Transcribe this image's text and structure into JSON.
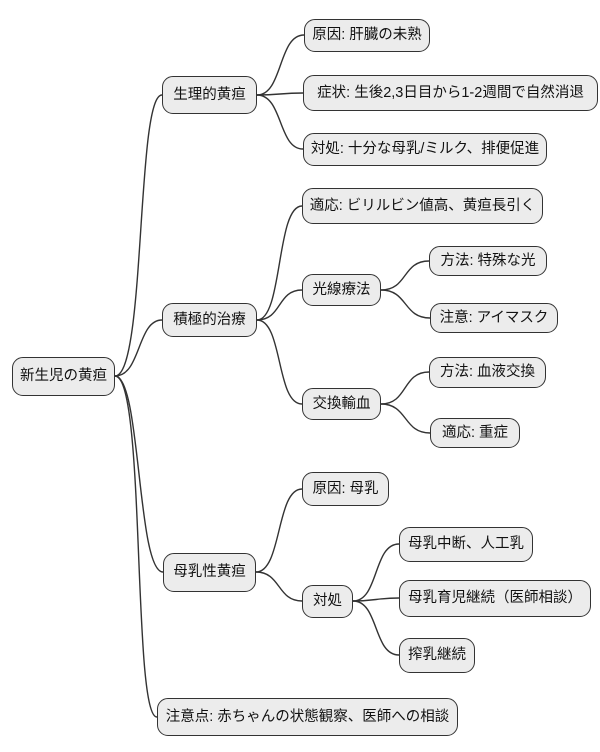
{
  "diagram": {
    "type": "mindmap",
    "topic": "newborn-jaundice",
    "colors": {
      "node_fill": "#ececec",
      "node_border": "#333333",
      "edge": "#333333",
      "text": "#111111",
      "background": "#ffffff"
    },
    "root": {
      "label": "新生児の黄疸",
      "children": [
        {
          "label": "生理的黄疸",
          "children": [
            {
              "label": "原因: 肝臓の未熟"
            },
            {
              "label": "症状: 生後2,3日目から1-2週間で自然消退"
            },
            {
              "label": "対処: 十分な母乳/ミルク、排便促進"
            }
          ]
        },
        {
          "label": "積極的治療",
          "children": [
            {
              "label": "適応: ビリルビン値高、黄疸長引く"
            },
            {
              "label": "光線療法",
              "children": [
                {
                  "label": "方法: 特殊な光"
                },
                {
                  "label": "注意: アイマスク"
                }
              ]
            },
            {
              "label": "交換輸血",
              "children": [
                {
                  "label": "方法: 血液交換"
                },
                {
                  "label": "適応: 重症"
                }
              ]
            }
          ]
        },
        {
          "label": "母乳性黄疸",
          "children": [
            {
              "label": "原因: 母乳"
            },
            {
              "label": "対処",
              "children": [
                {
                  "label": "母乳中断、人工乳"
                },
                {
                  "label": "母乳育児継続（医師相談）"
                },
                {
                  "label": "搾乳継続"
                }
              ]
            }
          ]
        },
        {
          "label": "注意点: 赤ちゃんの状態観察、医師への相談"
        }
      ]
    }
  }
}
